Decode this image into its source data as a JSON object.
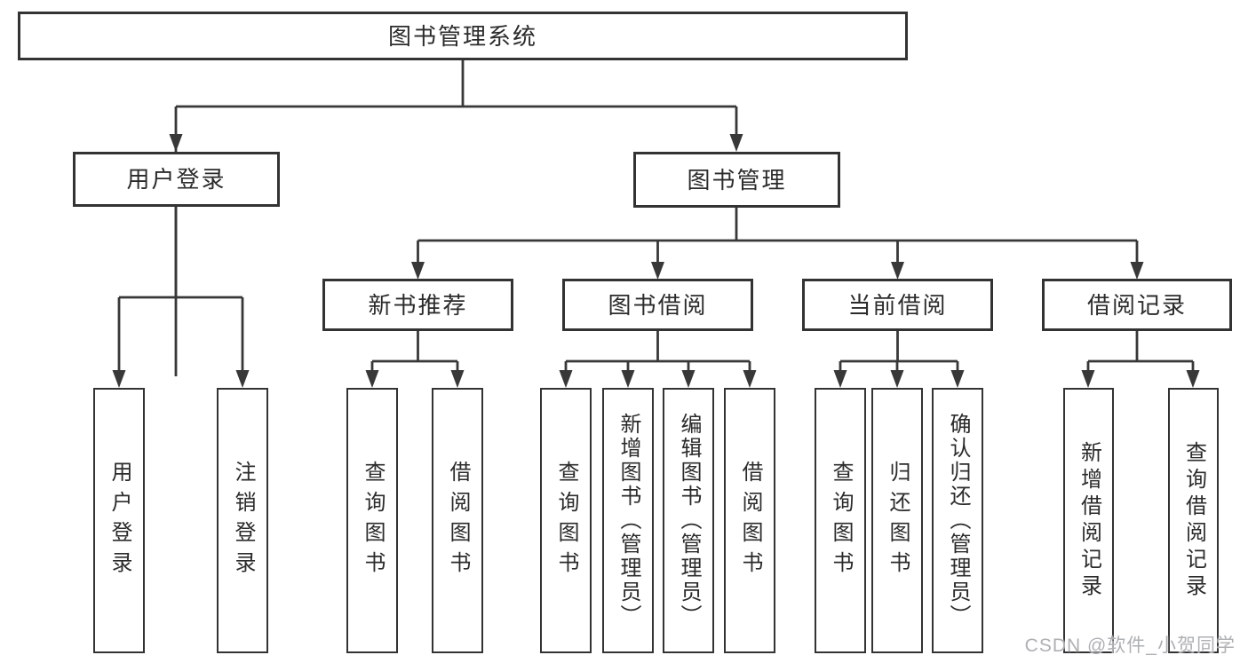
{
  "diagram": {
    "title": "图书管理系统",
    "nodes": {
      "root": {
        "label": "图书管理系统"
      },
      "user_login": {
        "label": "用户登录"
      },
      "book_mgmt": {
        "label": "图书管理"
      },
      "recommend": {
        "label": "新书推荐"
      },
      "borrow": {
        "label": "图书借阅"
      },
      "current": {
        "label": "当前借阅"
      },
      "records": {
        "label": "借阅记录"
      },
      "leaf_user_login": {
        "label": "用户登录"
      },
      "leaf_logout": {
        "label": "注销登录"
      },
      "leaf_rec_query": {
        "label": "查询图书"
      },
      "leaf_rec_borrow": {
        "label": "借阅图书"
      },
      "leaf_bor_query": {
        "label": "查询图书"
      },
      "leaf_bor_add": {
        "label": "新增图书（管理员）"
      },
      "leaf_bor_edit": {
        "label": "编辑图书（管理员）"
      },
      "leaf_bor_borrow": {
        "label": "借阅图书"
      },
      "leaf_cur_query": {
        "label": "查询图书"
      },
      "leaf_cur_return": {
        "label": "归还图书"
      },
      "leaf_cur_confirm": {
        "label": "确认归还（管理员）"
      },
      "leaf_rec_add": {
        "label": "新增借阅记录"
      },
      "leaf_rec_q": {
        "label": "查询借阅记录"
      }
    },
    "hierarchy": {
      "图书管理系统": [
        "用户登录",
        "图书管理"
      ],
      "用户登录": [
        "用户登录",
        "注销登录"
      ],
      "图书管理": [
        "新书推荐",
        "图书借阅",
        "当前借阅",
        "借阅记录"
      ],
      "新书推荐": [
        "查询图书",
        "借阅图书"
      ],
      "图书借阅": [
        "查询图书",
        "新增图书（管理员）",
        "编辑图书（管理员）",
        "借阅图书"
      ],
      "当前借阅": [
        "查询图书",
        "归还图书",
        "确认归还（管理员）"
      ],
      "借阅记录": [
        "新增借阅记录",
        "查询借阅记录"
      ]
    },
    "colors": {
      "line": "#333333",
      "box_border": "#333333",
      "text": "#2b2b2b",
      "background": "#ffffff",
      "watermark": "#aeb0b3"
    }
  },
  "watermark": {
    "text": "CSDN @软件_小贺同学"
  }
}
